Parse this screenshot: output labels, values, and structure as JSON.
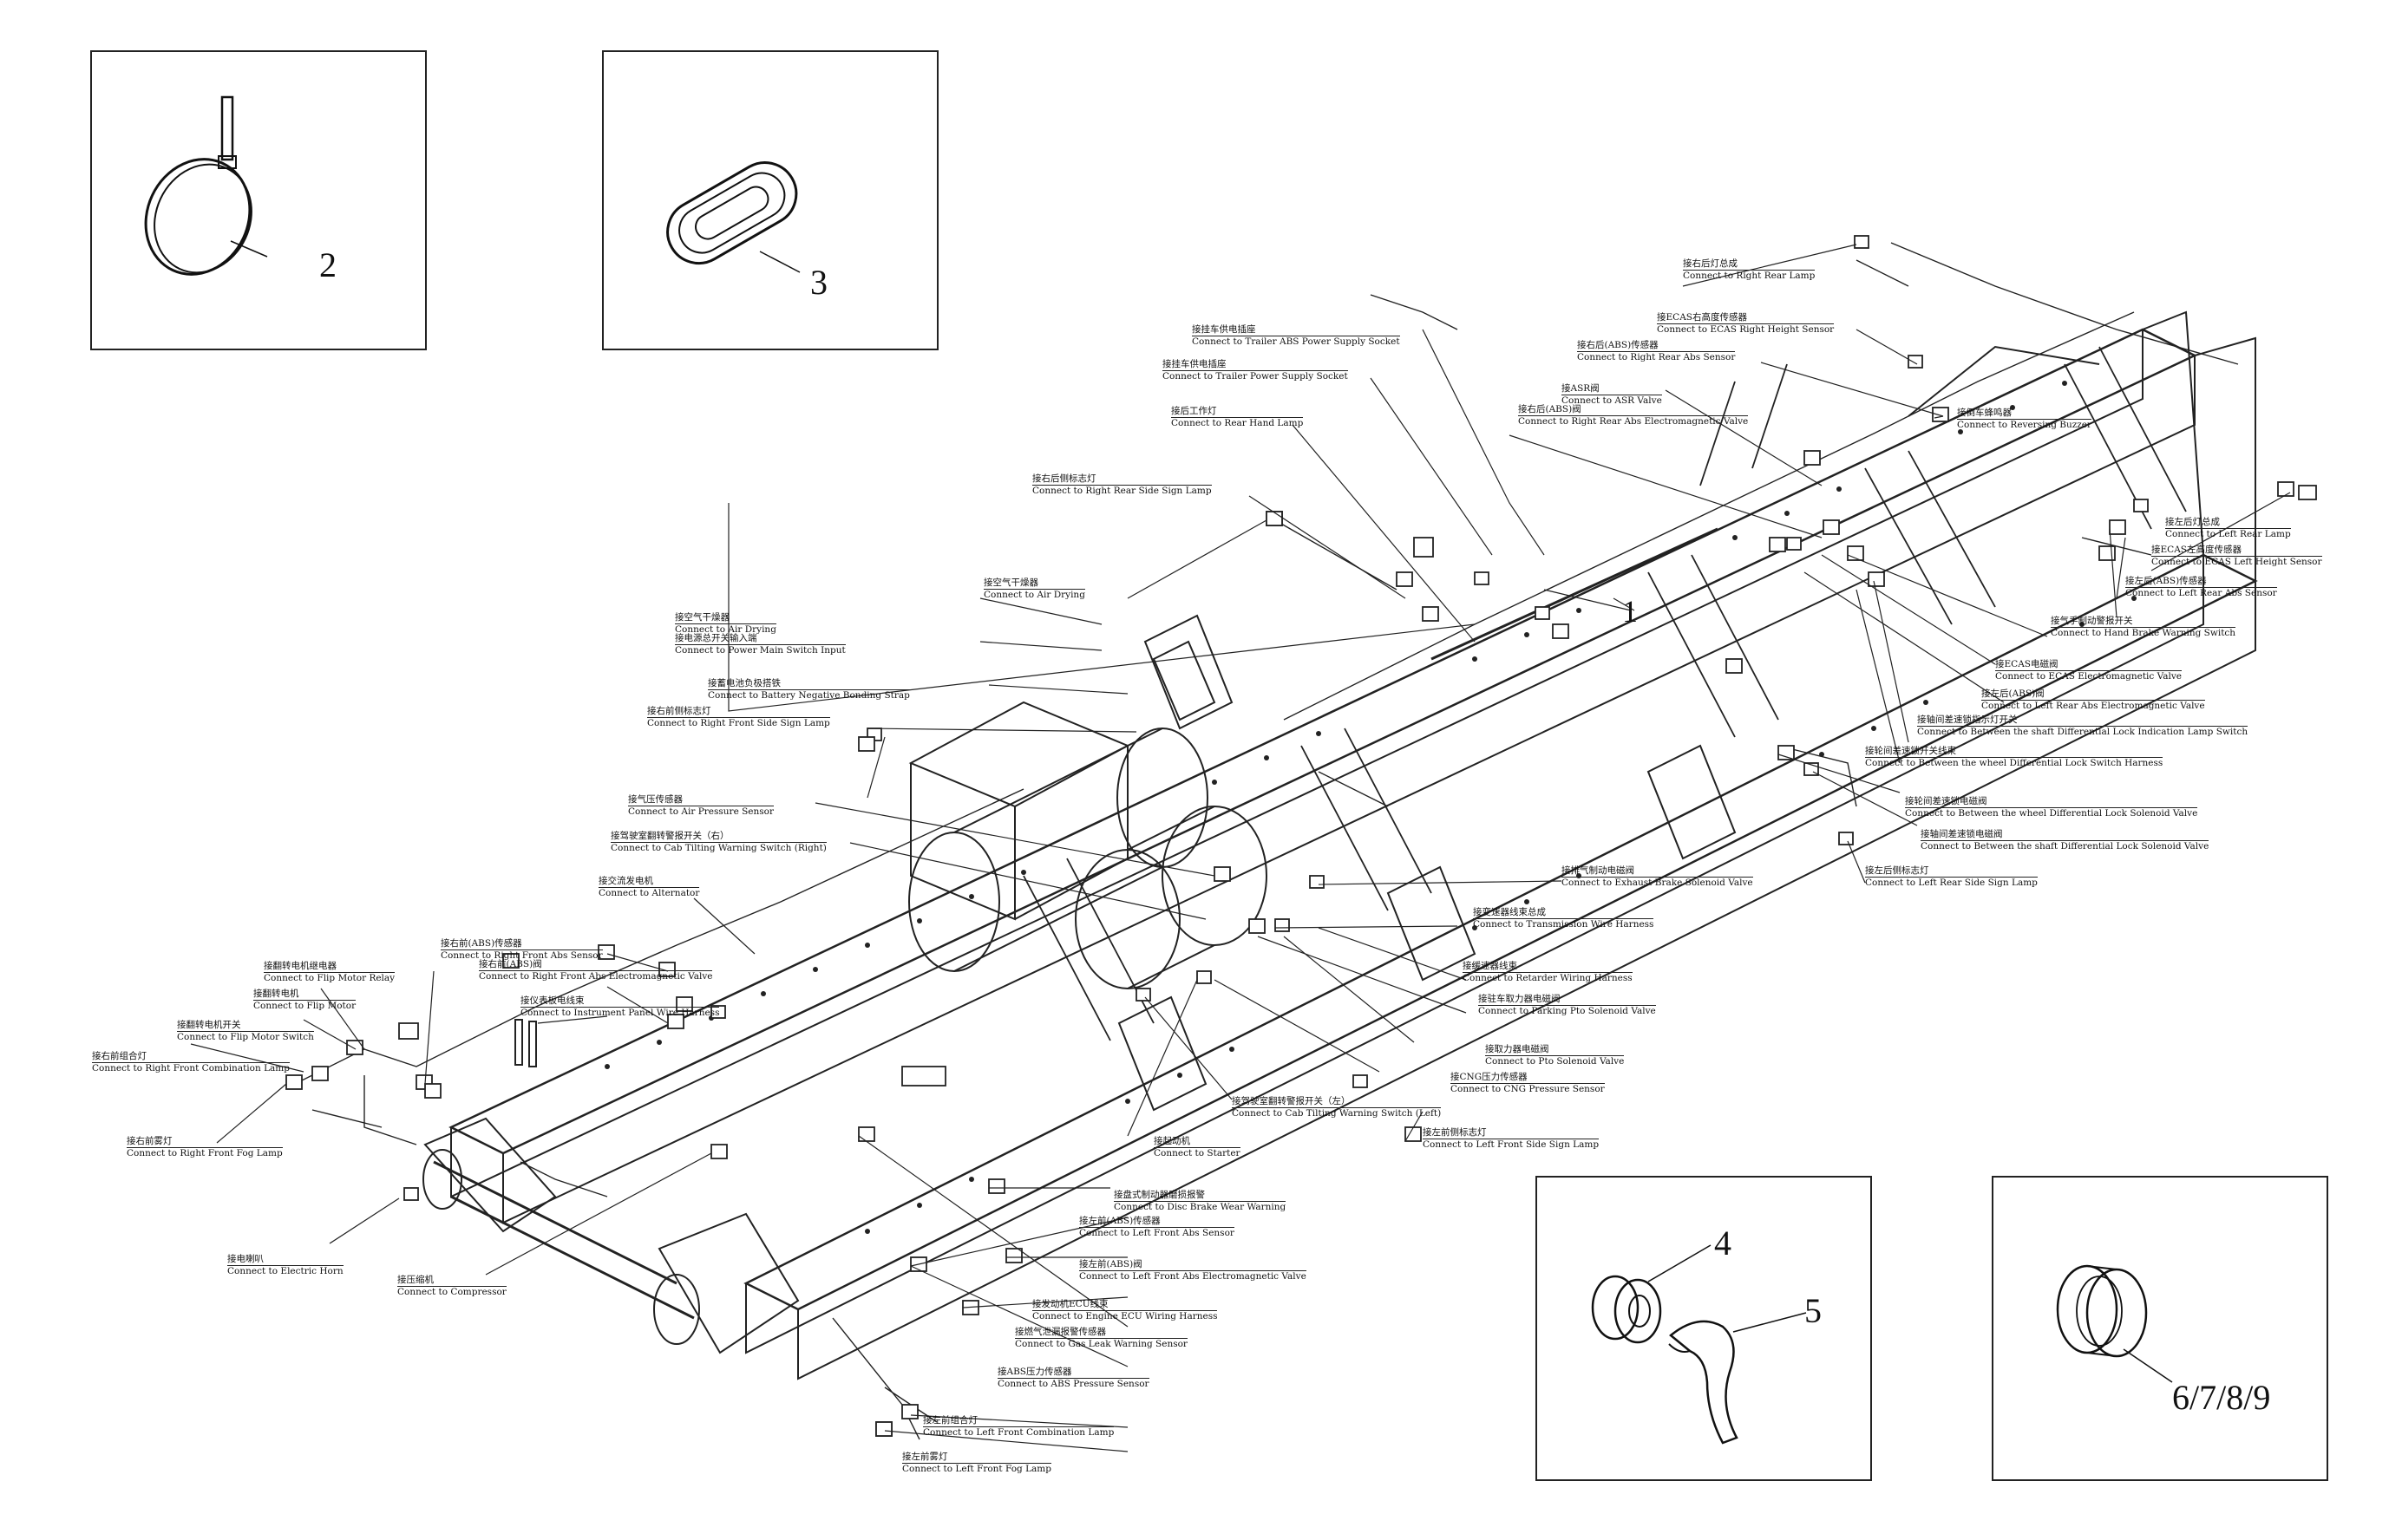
{
  "callouts": {
    "part1": "1",
    "part2": "2",
    "part3": "3",
    "part4": "4",
    "part5": "5",
    "part6to9": "6/7/8/9"
  },
  "labels": [
    {
      "cn": "接右后灯总成",
      "en": "Connect to Right Rear Lamp"
    },
    {
      "cn": "接ECAS右高度传感器",
      "en": "Connect to ECAS Right Height Sensor"
    },
    {
      "cn": "接挂车供电插座",
      "en": "Connect to Trailer ABS Power Supply Socket"
    },
    {
      "cn": "接右后(ABS)传感器",
      "en": "Connect to Right Rear Abs Sensor"
    },
    {
      "cn": "接挂车供电插座",
      "en": "Connect to Trailer Power Supply Socket"
    },
    {
      "cn": "接ASR阀",
      "en": "Connect to ASR Valve"
    },
    {
      "cn": "接后工作灯",
      "en": "Connect to Rear Hand Lamp"
    },
    {
      "cn": "接右后(ABS)阀",
      "en": "Connect to Right Rear Abs Electromagnetic Valve"
    },
    {
      "cn": "接倒车蜂鸣器",
      "en": "Connect to Reversing Buzzer"
    },
    {
      "cn": "接右后侧标志灯",
      "en": "Connect to Right Rear Side Sign Lamp"
    },
    {
      "cn": "接左后灯总成",
      "en": "Connect to Left Rear Lamp"
    },
    {
      "cn": "接ECAS左高度传感器",
      "en": "Connect to ECAS Left Height Sensor"
    },
    {
      "cn": "接空气干燥器",
      "en": "Connect to Air Drying"
    },
    {
      "cn": "接左后(ABS)传感器",
      "en": "Connect to Left Rear Abs Sensor"
    },
    {
      "cn": "接空气干燥器",
      "en": "Connect to Air Drying"
    },
    {
      "cn": "接电源总开关输入端",
      "en": "Connect to Power Main Switch Input"
    },
    {
      "cn": "接气手制动警报开关",
      "en": "Connect to Hand Brake Warning Switch"
    },
    {
      "cn": "接ECAS电磁阀",
      "en": "Connect to ECAS Electromagnetic Valve"
    },
    {
      "cn": "接蓄电池负极搭铁",
      "en": "Connect to Battery Negative Bonding Strap"
    },
    {
      "cn": "接左后(ABS)阀",
      "en": "Connect to Left Rear Abs Electromagnetic Valve"
    },
    {
      "cn": "接右前侧标志灯",
      "en": "Connect to Right Front Side Sign Lamp"
    },
    {
      "cn": "接轴间差速锁指示灯开关",
      "en": "Connect to Between the shaft Differential Lock Indication Lamp Switch"
    },
    {
      "cn": "接轮间差速锁开关线束",
      "en": "Connect to Between the wheel Differential Lock Switch Harness"
    },
    {
      "cn": "接气压传感器",
      "en": "Connect to Air Pressure Sensor"
    },
    {
      "cn": "接轮间差速锁电磁阀",
      "en": "Connect to Between the wheel Differential Lock Solenoid Valve"
    },
    {
      "cn": "接驾驶室翻转警报开关（右）",
      "en": "Connect to Cab Tilting Warning Switch (Right)"
    },
    {
      "cn": "接轴间差速锁电磁阀",
      "en": "Connect to Between the shaft Differential Lock Solenoid Valve"
    },
    {
      "cn": "接左后侧标志灯",
      "en": "Connect to Left Rear Side Sign Lamp"
    },
    {
      "cn": "接排气制动电磁阀",
      "en": "Connect to Exhaust Brake Solenoid Valve"
    },
    {
      "cn": "接交流发电机",
      "en": "Connect to Alternator"
    },
    {
      "cn": "接变速器线束总成",
      "en": "Connect to Transmission Wire Harness"
    },
    {
      "cn": "接右前(ABS)传感器",
      "en": "Connect to Right Front Abs Sensor"
    },
    {
      "cn": "接翻转电机继电器",
      "en": "Connect to Flip Motor Relay"
    },
    {
      "cn": "接右前(ABS)阀",
      "en": "Connect to Right Front Abs Electromagnetic Valve"
    },
    {
      "cn": "接缓速器线束",
      "en": "Connect to Retarder Wiring Harness"
    },
    {
      "cn": "接翻转电机",
      "en": "Connect to Flip Motor"
    },
    {
      "cn": "接仪表板电线束",
      "en": "Connect to Instrument Panel Wire Harness"
    },
    {
      "cn": "接驻车取力器电磁阀",
      "en": "Connect to Parking Pto Solenoid Valve"
    },
    {
      "cn": "接翻转电机开关",
      "en": "Connect to Flip Motor Switch"
    },
    {
      "cn": "接右前组合灯",
      "en": "Connect to Right Front Combination Lamp"
    },
    {
      "cn": "接取力器电磁阀",
      "en": "Connect to Pto Solenoid Valve"
    },
    {
      "cn": "接CNG压力传感器",
      "en": "Connect to CNG Pressure Sensor"
    },
    {
      "cn": "接驾驶室翻转警报开关（左）",
      "en": "Connect to Cab Tilting Warning Switch (Left)"
    },
    {
      "cn": "接左前侧标志灯",
      "en": "Connect to Left Front Side Sign Lamp"
    },
    {
      "cn": "接右前雾灯",
      "en": "Connect to Right Front Fog Lamp"
    },
    {
      "cn": "接起动机",
      "en": "Connect to Starter"
    },
    {
      "cn": "接盘式制动器磨损报警",
      "en": "Connect to Disc Brake Wear Warning"
    },
    {
      "cn": "接左前(ABS)传感器",
      "en": "Connect to Left Front Abs Sensor"
    },
    {
      "cn": "接电喇叭",
      "en": "Connect to Electric Horn"
    },
    {
      "cn": "接左前(ABS)阀",
      "en": "Connect to Left Front Abs Electromagnetic Valve"
    },
    {
      "cn": "接压缩机",
      "en": "Connect to Compressor"
    },
    {
      "cn": "接发动机ECU线束",
      "en": "Connect to Engine ECU Wiring Harness"
    },
    {
      "cn": "接燃气泄漏报警传感器",
      "en": "Connect to Gas Leak Warning Sensor"
    },
    {
      "cn": "接ABS压力传感器",
      "en": "Connect to ABS Pressure Sensor"
    },
    {
      "cn": "接左前组合灯",
      "en": "Connect to Left Front Combination Lamp"
    },
    {
      "cn": "接左前雾灯",
      "en": "Connect to Left Front Fog Lamp"
    }
  ]
}
